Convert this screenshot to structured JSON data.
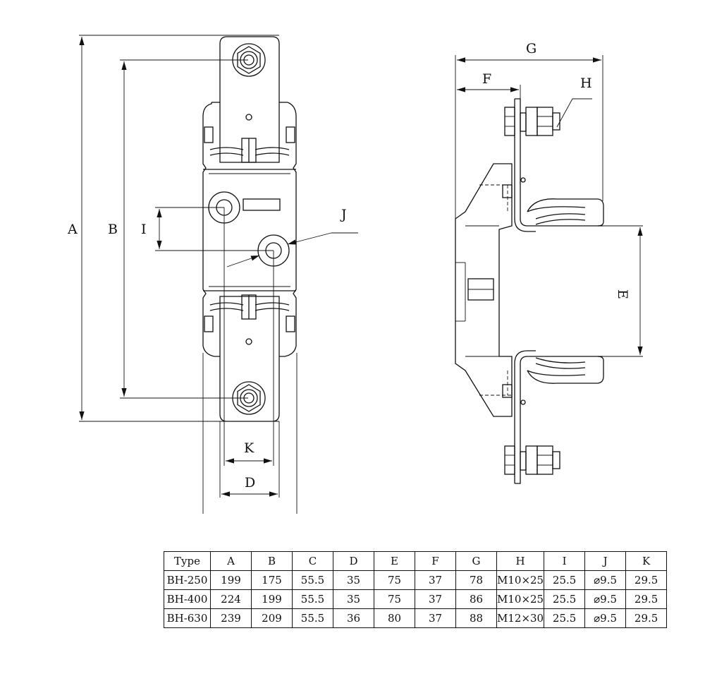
{
  "labels": {
    "A": "A",
    "B": "B",
    "I": "I",
    "J": "J",
    "K": "K",
    "D": "D",
    "G": "G",
    "F": "F",
    "H": "H",
    "E": "E"
  },
  "table": {
    "headers": [
      "Type",
      "A",
      "B",
      "C",
      "D",
      "E",
      "F",
      "G",
      "H",
      "I",
      "J",
      "K"
    ],
    "rows": [
      [
        "BH-250",
        "199",
        "175",
        "55.5",
        "35",
        "75",
        "37",
        "78",
        "M10×25",
        "25.5",
        "⌀9.5",
        "29.5"
      ],
      [
        "BH-400",
        "224",
        "199",
        "55.5",
        "35",
        "75",
        "37",
        "86",
        "M10×25",
        "25.5",
        "⌀9.5",
        "29.5"
      ],
      [
        "BH-630",
        "239",
        "209",
        "55.5",
        "36",
        "80",
        "37",
        "88",
        "M12×30",
        "25.5",
        "⌀9.5",
        "29.5"
      ]
    ]
  }
}
